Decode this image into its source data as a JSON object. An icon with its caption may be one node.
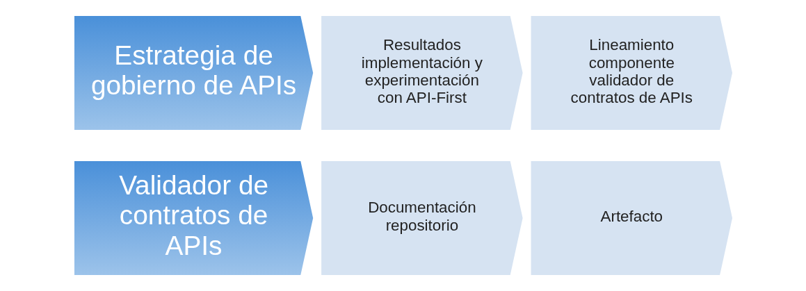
{
  "diagram": {
    "nodes": [
      {
        "text": [
          "Estrategia de gobierno de APIs"
        ]
      },
      {
        "text": [
          "Resultados implementación y experimentación con API-First"
        ]
      },
      {
        "text": [
          "Lineamiento componente validador de contratos de APIs"
        ]
      },
      {
        "text": [
          "Validador de contratos de APIs"
        ]
      },
      {
        "text": [
          "Documentación repositorio"
        ]
      },
      {
        "text": [
          "Artefacto"
        ]
      }
    ]
  }
}
